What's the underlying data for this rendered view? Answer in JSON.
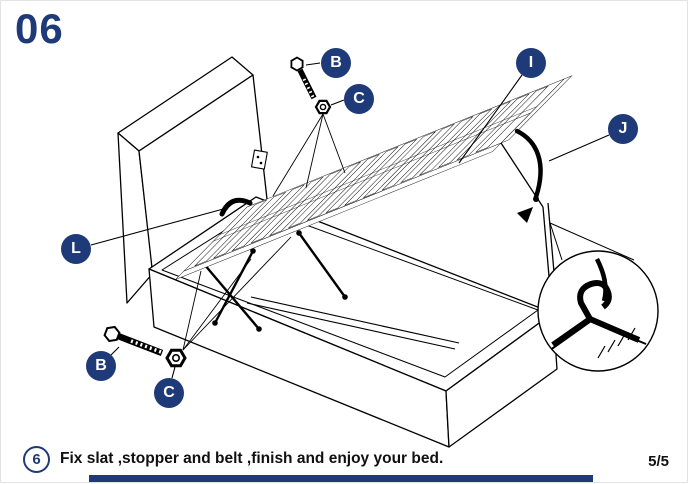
{
  "header": {
    "step_number": "06"
  },
  "diagram": {
    "callouts": [
      {
        "id": "b-top",
        "label": "B"
      },
      {
        "id": "c-top",
        "label": "C"
      },
      {
        "id": "i",
        "label": "I"
      },
      {
        "id": "j",
        "label": "J"
      },
      {
        "id": "l",
        "label": "L"
      },
      {
        "id": "b-bottom",
        "label": "B"
      },
      {
        "id": "c-bottom",
        "label": "C"
      }
    ],
    "icons": [
      "bolt-icon",
      "nut-icon",
      "handle-icon",
      "belt-icon",
      "stopper-icon",
      "magnifier-detail-circle"
    ]
  },
  "footer": {
    "instruction_number": "6",
    "instruction_text": "Fix slat ,stopper and belt ,finish and enjoy your bed.",
    "page_indicator": "5/5"
  },
  "colors": {
    "accent": "#1e3a78",
    "line": "#000000",
    "background": "#ffffff"
  }
}
